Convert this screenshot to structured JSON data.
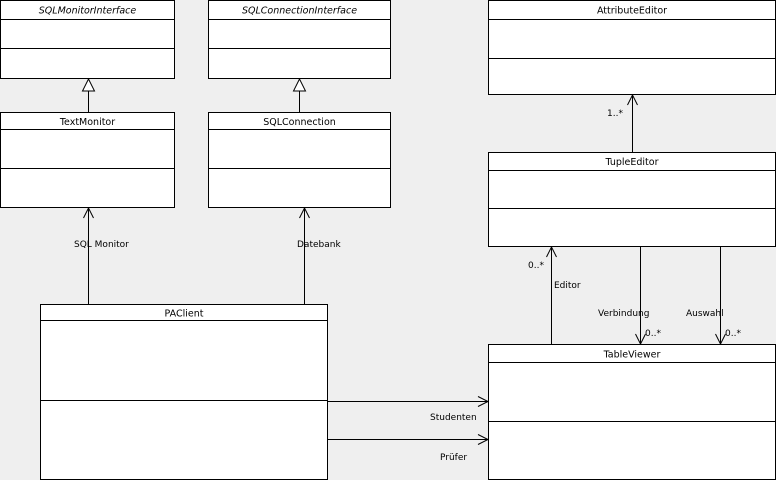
{
  "classes": {
    "sql_monitor_interface": "SQLMonitorInterface",
    "sql_connection_interface": "SQLConnectionInterface",
    "attribute_editor": "AttributeEditor",
    "text_monitor": "TextMonitor",
    "sql_connection": "SQLConnection",
    "tuple_editor": "TupleEditor",
    "pa_client": "PAClient",
    "table_viewer": "TableViewer"
  },
  "associations": {
    "sql_monitor": "SQL Monitor",
    "datebank": "Datebank",
    "editor": "Editor",
    "editor_multiplicity": "0..*",
    "verbindung": "Verbindung",
    "verbindung_multiplicity": "0..*",
    "auswahl": "Auswahl",
    "auswahl_multiplicity": "0..*",
    "attribute_multiplicity": "1..*",
    "studenten": "Studenten",
    "pruefer": "Prüfer"
  }
}
